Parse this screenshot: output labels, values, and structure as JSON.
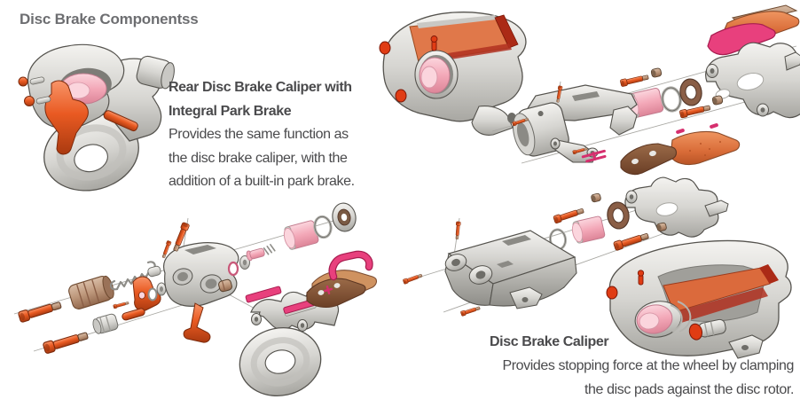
{
  "title": "Disc Brake Componentss",
  "sections": {
    "rear_park_brake": {
      "heading_lines": [
        "Rear Disc Brake Caliper with",
        "Integral Park Brake"
      ],
      "description_lines": [
        "Provides the same function as",
        "the disc brake caliper, with the",
        "addition of a built-in park brake."
      ]
    },
    "disc_caliper": {
      "heading": "Disc Brake Caliper",
      "description_lines": [
        "Provides stopping force at the wheel by clamping",
        "the disc pads against the disc rotor."
      ]
    }
  },
  "illustrations": [
    {
      "name": "rear-caliper-assembled-illustration"
    },
    {
      "name": "rear-caliper-exploded-illustration"
    },
    {
      "name": "front-caliper-cutaway-illustration"
    },
    {
      "name": "front-caliper-exploded-illustration"
    },
    {
      "name": "caliper-housing-exploded-illustration"
    },
    {
      "name": "caliper-cutaway-rear-view-illustration"
    }
  ],
  "colors": {
    "background": "#ffffff",
    "title_text": "#6d6e71",
    "body_text": "#4a4a4c",
    "metal_light": "#f2f1ee",
    "metal_mid": "#d6d5d1",
    "metal_dark": "#a8a7a2",
    "outline": "#55534e",
    "bolt_orange": "#e95a22",
    "accent_red": "#e03c14",
    "piston_pink": "#f3a8b8",
    "clip_magenta": "#e8407d",
    "pad_brown": "#8a5e46",
    "friction_orange": "#d96c38"
  }
}
